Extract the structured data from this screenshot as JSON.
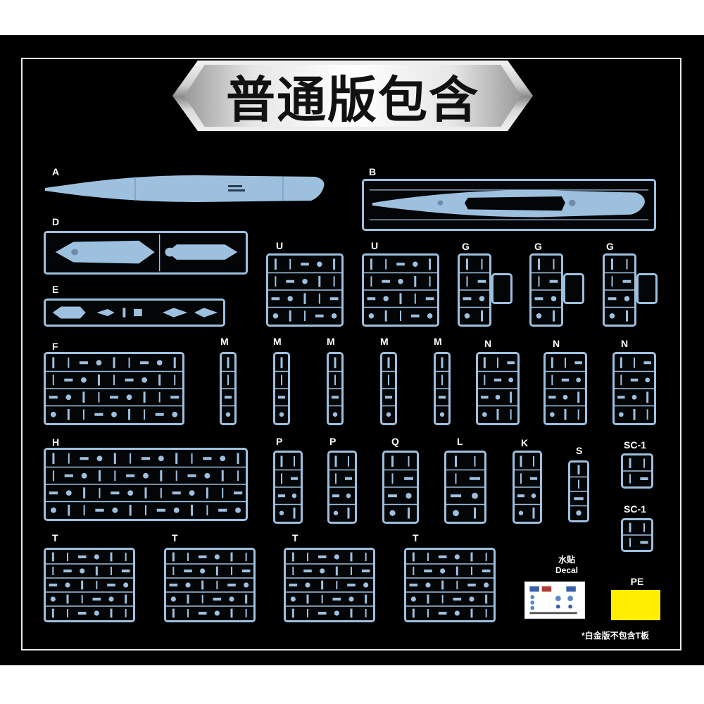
{
  "title": "普通版包含",
  "colors": {
    "background": "#000000",
    "sprue": "#9ec0df",
    "pe_sheet": "#ffee00",
    "frame": "#e8e8e8"
  },
  "sprues": [
    {
      "id": "A",
      "label": "A"
    },
    {
      "id": "B",
      "label": "B"
    },
    {
      "id": "D",
      "label": "D"
    },
    {
      "id": "U1",
      "label": "U"
    },
    {
      "id": "U2",
      "label": "U"
    },
    {
      "id": "G1",
      "label": "G"
    },
    {
      "id": "G2",
      "label": "G"
    },
    {
      "id": "G3",
      "label": "G"
    },
    {
      "id": "E",
      "label": "E"
    },
    {
      "id": "F",
      "label": "F"
    },
    {
      "id": "M1",
      "label": "M"
    },
    {
      "id": "M2",
      "label": "M"
    },
    {
      "id": "M3",
      "label": "M"
    },
    {
      "id": "M4",
      "label": "M"
    },
    {
      "id": "M5",
      "label": "M"
    },
    {
      "id": "N1",
      "label": "N"
    },
    {
      "id": "N2",
      "label": "N"
    },
    {
      "id": "N3",
      "label": "N"
    },
    {
      "id": "H",
      "label": "H"
    },
    {
      "id": "P1",
      "label": "P"
    },
    {
      "id": "P2",
      "label": "P"
    },
    {
      "id": "Q",
      "label": "Q"
    },
    {
      "id": "L",
      "label": "L"
    },
    {
      "id": "K",
      "label": "K"
    },
    {
      "id": "S",
      "label": "S"
    },
    {
      "id": "SC1a",
      "label": "SC-1"
    },
    {
      "id": "SC1b",
      "label": "SC-1"
    },
    {
      "id": "T1",
      "label": "T"
    },
    {
      "id": "T2",
      "label": "T"
    },
    {
      "id": "T3",
      "label": "T"
    },
    {
      "id": "T4",
      "label": "T"
    }
  ],
  "decal": {
    "label_cn": "水贴",
    "label_en": "Decal"
  },
  "pe": {
    "label": "PE"
  },
  "note": "*白金版不包含T板"
}
